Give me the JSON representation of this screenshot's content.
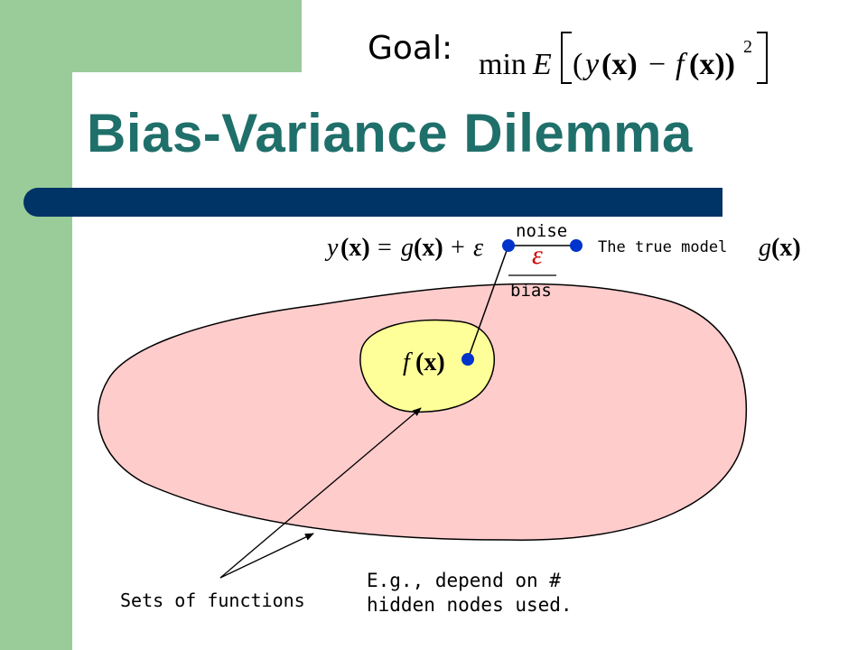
{
  "slide": {
    "title": "Bias-Variance Dilemma",
    "goal_label": "Goal:",
    "goal_formula": {
      "min": "min",
      "E": "E",
      "y": "y",
      "x1": "(x)",
      "minus": "−",
      "f": "f",
      "x2": "(x))",
      "exponent": "2"
    },
    "model_formula": {
      "lhs_y": "y",
      "lhs_x": "(x)",
      "equals": " = ",
      "g": "g",
      "g_x": "(x)",
      "plus": " + ",
      "eps": "ε"
    },
    "noise_label": "noise",
    "epsilon": "ε",
    "bias_label": "bias",
    "true_model_label": "The true model",
    "true_model_g": "g",
    "true_model_x": "(x)",
    "fx_f": "f",
    "fx_x": "(x)",
    "sets_label": "Sets of functions",
    "eg_line1": "E.g., depend on #",
    "eg_line2": "hidden nodes used."
  },
  "colors": {
    "left_band": "#99cc99",
    "title": "#1f6f6a",
    "rule": "#003366",
    "outer_set": "#ffcccc",
    "inner_set": "#ffff99",
    "points": "#0033cc"
  }
}
